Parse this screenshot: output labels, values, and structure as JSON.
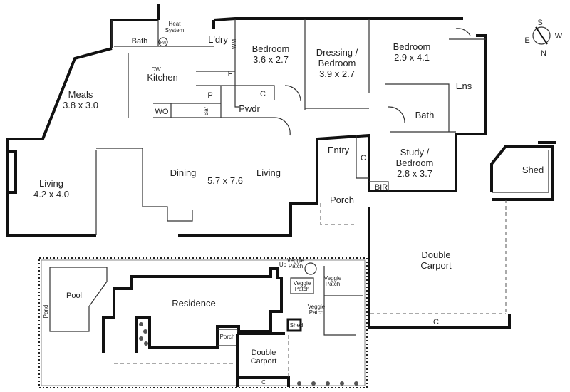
{
  "floor_plan": {
    "rooms": {
      "bath1": "Bath",
      "heat": [
        "Heat",
        "System"
      ],
      "hw": "HW",
      "laundry": "L'dry",
      "wm": "WM",
      "bedroom1": [
        "Bedroom",
        "3.6 x 2.7"
      ],
      "dressing": [
        "Dressing /",
        "Bedroom",
        "3.9 x 2.7"
      ],
      "bedroom2": [
        "Bedroom",
        "2.9 x 4.1"
      ],
      "ens": "Ens",
      "dw": "DW",
      "kitchen": "Kitchen",
      "fridge": "F",
      "pantry": "P",
      "cupboard": "C",
      "powder": "Pwdr",
      "wo": "WO",
      "bar": "Bar",
      "meals": [
        "Meals",
        "3.8 x 3.0"
      ],
      "bath2": "Bath",
      "living1": [
        "Living",
        "4.2 x 4.0"
      ],
      "dining": "Dining",
      "dining_size": "5.7 x 7.6",
      "living2": "Living",
      "entry": "Entry",
      "entry_c": "C",
      "study": [
        "Study /",
        "Bedroom",
        "2.8 x 3.7"
      ],
      "bir": "BIR",
      "porch": "Porch",
      "shed": "Shed",
      "carport": [
        "Double",
        "Carport"
      ],
      "carport_c": "C"
    },
    "compass": {
      "s": "S",
      "w": "W",
      "e": "E",
      "n": "N"
    }
  },
  "site_plan": {
    "pool": "Pool",
    "pond": "Pond",
    "residence": "Residence",
    "up": "Up",
    "veggie1": [
      "Veggie",
      "Patch"
    ],
    "veggie2": [
      "Veggie",
      "Patch"
    ],
    "veggie3": [
      "Veggie",
      "Patch"
    ],
    "veggie4": [
      "Veggie",
      "Patch"
    ],
    "shed": "Shed",
    "porch": "Porch",
    "carport": [
      "Double",
      "Carport"
    ],
    "c": "C"
  }
}
